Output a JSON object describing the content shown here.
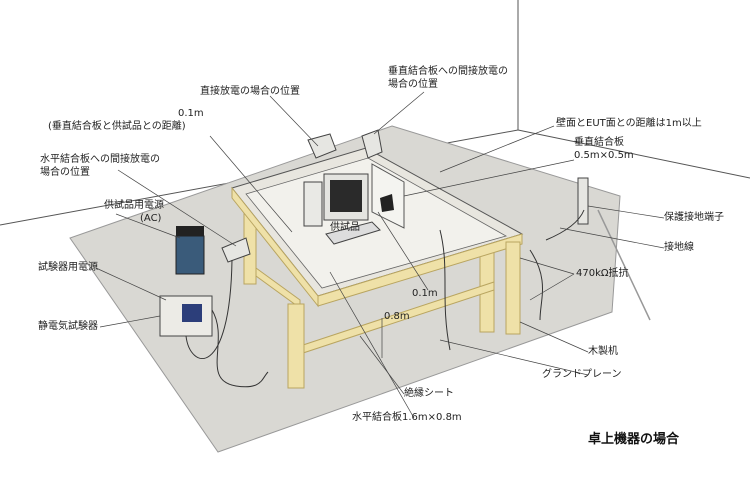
{
  "labels": {
    "direct_discharge": "直接放電の場合の位置",
    "vcp_indirect_1": "垂直結合板への間接放電の",
    "vcp_indirect_2": "場合の位置",
    "dist_01_a": "0.1m",
    "dist_01_b": "(垂直結合板と供試品との距離)",
    "hcp_indirect_1": "水平結合板への間接放電の",
    "hcp_indirect_2": "場合の位置",
    "eut_power_1": "供試品用電源",
    "eut_power_2": "(AC)",
    "tester_power": "試験器用電源",
    "esd_tester": "静電気試験器",
    "wall_distance": "壁面とEUT面との距離は1m以上",
    "vcp_1": "垂直結合板",
    "vcp_2": "0.5m×0.5m",
    "protective_earth": "保護接地端子",
    "ground_wire": "接地線",
    "resistor": "470kΩ抵抗",
    "eut": "供試品",
    "dist_01_c": "0.1m",
    "height_08": "0.8m",
    "wooden_desk": "木製机",
    "ground_plane": "グランドプレーン",
    "insulation_sheet": "絶縁シート",
    "hcp": "水平結合板1.6m×0.8m"
  },
  "caption": "卓上機器の場合",
  "colors": {
    "floor": "#d9d8d3",
    "table_top": "#e8e6df",
    "wood": "#efe1a8",
    "wood_edge": "#b9a560",
    "line": "#333333"
  }
}
